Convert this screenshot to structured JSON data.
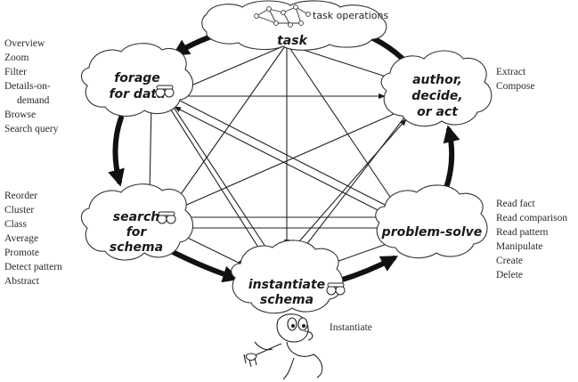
{
  "nodes": {
    "task": {
      "lines": [
        "task"
      ],
      "sublabel": "task operations"
    },
    "forage": {
      "lines": [
        "forage",
        "for data"
      ]
    },
    "author": {
      "lines": [
        "author,",
        "decide,",
        "or act"
      ]
    },
    "search": {
      "lines": [
        "search",
        "for",
        "schema"
      ]
    },
    "problem": {
      "lines": [
        "problem-solve"
      ]
    },
    "instantiate": {
      "lines": [
        "instantiate",
        "schema"
      ]
    }
  },
  "lists": {
    "forage_ops": [
      "Overview",
      "Zoom",
      "Filter",
      "Details-on-",
      "demand",
      "Browse",
      "Search query"
    ],
    "author_ops": [
      "Extract",
      "Compose"
    ],
    "search_ops": [
      "Reorder",
      "Cluster",
      "Class",
      "Average",
      "Promote",
      "Detect pattern",
      "Abstract"
    ],
    "problem_ops": [
      "Read fact",
      "Read comparison",
      "Read pattern",
      "Manipulate",
      "Create",
      "Delete"
    ],
    "instantiate_ops": [
      "Instantiate"
    ]
  },
  "colors": {
    "ink": "#1a1a1a",
    "cloud_fill": "#ffffff",
    "cloud_stroke": "#333333"
  },
  "icons": [
    "binoculars-icon",
    "character-figure-icon",
    "network-graph-icon"
  ]
}
